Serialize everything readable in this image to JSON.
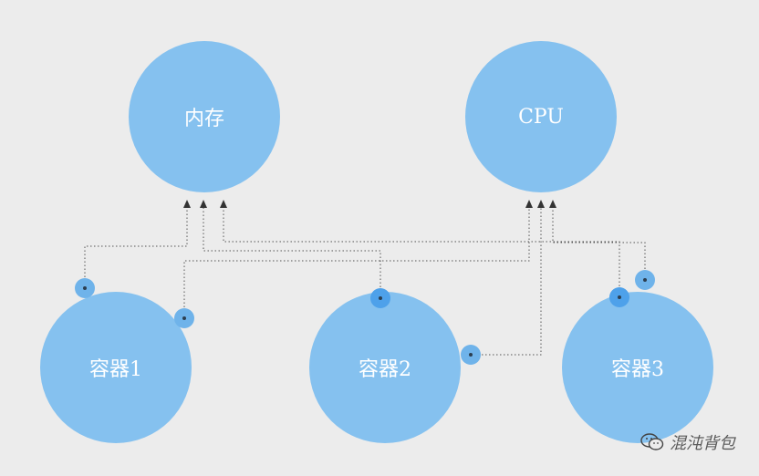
{
  "resources": {
    "memory_label": "内存",
    "cpu_label": "CPU"
  },
  "containers": [
    {
      "label": "容器1"
    },
    {
      "label": "容器2"
    },
    {
      "label": "容器3"
    }
  ],
  "watermark": {
    "text": "混沌背包",
    "icon": "wechat-icon"
  },
  "colors": {
    "background": "#ececec",
    "node": "#85c1ef",
    "port": "#6fb3ea",
    "port_active": "#4ea1ea",
    "link": "#555555"
  }
}
